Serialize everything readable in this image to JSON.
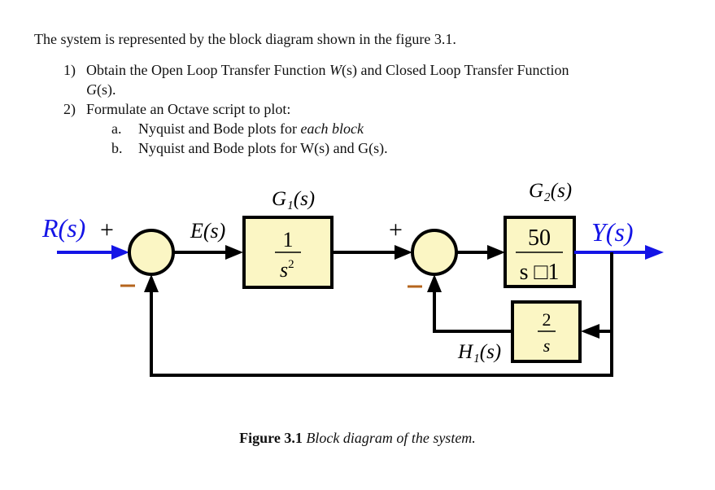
{
  "document": {
    "intro": "The system is represented by the block diagram shown in the figure 3.1.",
    "items": [
      {
        "number": "1)",
        "line1_pre": "Obtain the Open Loop Transfer Function ",
        "line1_var1": "W",
        "line1_mid": "(s) and Closed Loop Transfer Function",
        "line2_var": "G",
        "line2_post": "(s)."
      },
      {
        "number": "2)",
        "text": "Formulate an Octave script to plot:",
        "subitems": [
          {
            "letter": "a.",
            "text": "Nyquist and Bode plots for ",
            "emphasis": "each block"
          },
          {
            "letter": "b.",
            "text": "Nyquist and Bode plots for W(s) and G(s).",
            "emphasis": ""
          }
        ]
      }
    ],
    "caption": {
      "label": "Figure 3.1",
      "text": " Block diagram of the system."
    }
  },
  "diagram": {
    "colors": {
      "signal_io": "#1414e6",
      "line": "#000000",
      "block_fill": "#fbf6c4",
      "minus_sign": "#b5651d"
    },
    "input_label": "R(s)",
    "output_label": "Y(s)",
    "error_label": "E(s)",
    "sum1": {
      "plus": "+",
      "minus": "–"
    },
    "sum2": {
      "plus": "+",
      "minus": "–"
    },
    "blocks": {
      "g1": {
        "name": "G₁(s)",
        "numerator": "1",
        "denominator": "s",
        "denominator_exp": "2"
      },
      "g2": {
        "name": "G₂(s)",
        "numerator": "50",
        "denominator": "s □1"
      },
      "h1": {
        "name": "H₁(s)",
        "numerator": "2",
        "denominator": "s"
      }
    }
  }
}
